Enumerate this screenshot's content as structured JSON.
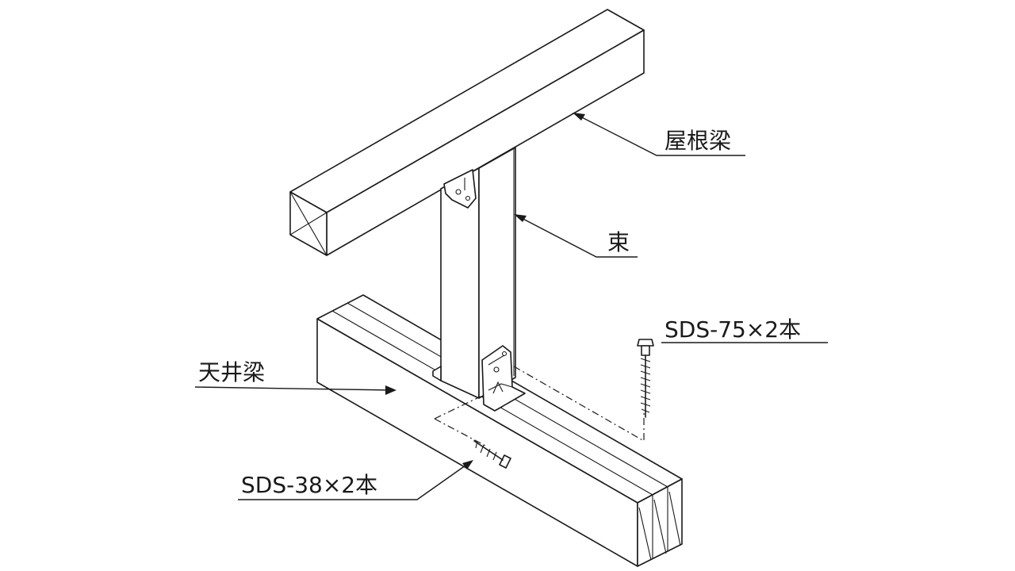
{
  "labels": {
    "roof_beam": "屋根梁",
    "post": "束",
    "ceiling_beam": "天井梁",
    "screw_long": "SDS-75×2本",
    "screw_short": "SDS-38×2本"
  },
  "colors": {
    "line": "#1a1a1a",
    "background": "#ffffff"
  }
}
